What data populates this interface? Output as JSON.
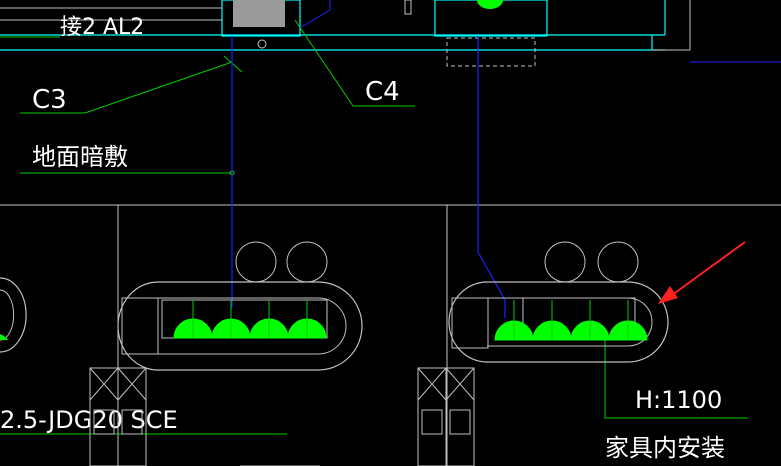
{
  "labels": {
    "top_left": "接2 AL2",
    "c3": "C3",
    "c4": "C4",
    "floor_concealed": "地面暗敷",
    "cable_spec": "2.5-JDG20 SCE",
    "height": "H:1100",
    "furniture_install": "家具内安装"
  },
  "colors": {
    "background": "#000000",
    "cyan": "#00ffff",
    "blue": "#2020ff",
    "green": "#00cc00",
    "fixture_green": "#00ff00",
    "white": "#ffffff",
    "gray": "#c0c0c0",
    "arrow_red": "#ff2020"
  },
  "icons": {
    "arrow": "red-arrow-icon",
    "fixture": "green-dome-fixture-icon"
  }
}
